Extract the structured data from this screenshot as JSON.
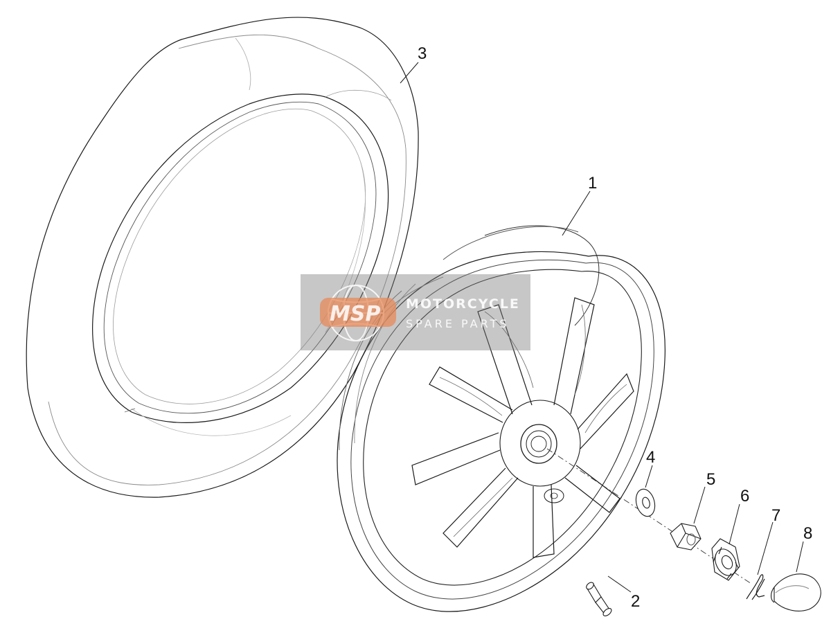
{
  "callouts": [
    {
      "id": "1",
      "label": "1"
    },
    {
      "id": "2",
      "label": "2"
    },
    {
      "id": "3",
      "label": "3"
    },
    {
      "id": "4",
      "label": "4"
    },
    {
      "id": "5",
      "label": "5"
    },
    {
      "id": "6",
      "label": "6"
    },
    {
      "id": "7",
      "label": "7"
    },
    {
      "id": "8",
      "label": "8"
    }
  ],
  "watermark": {
    "logo": "MSP",
    "line1": "MOTORCYCLE",
    "line2": "SPARE PARTS"
  },
  "colors": {
    "line": "#1a1a1a",
    "light_line": "#9a9a9a",
    "watermark_bg": "#7a7a7a",
    "watermark_logo": "#e8895a"
  }
}
